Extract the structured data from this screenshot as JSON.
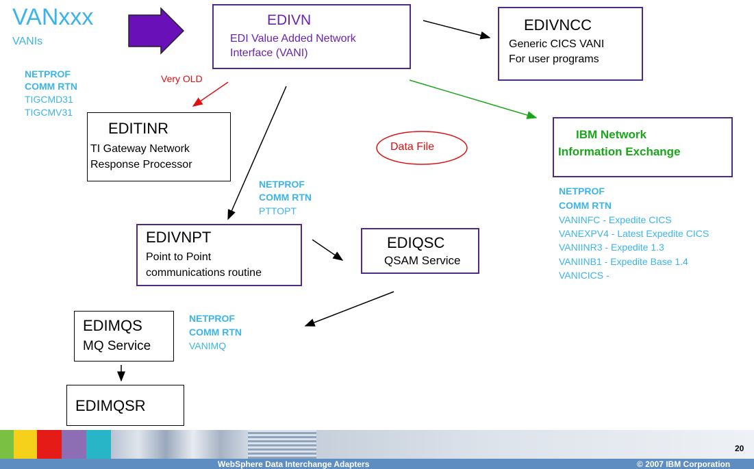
{
  "header": {
    "title": "VANxxx",
    "subtitle": "VANIs"
  },
  "nodes": {
    "edivn": {
      "title": "EDIVN",
      "line1": "EDI Value Added Network",
      "line2": "Interface (VANI)"
    },
    "edivncc": {
      "title": "EDIVNCC",
      "line1": "Generic CICS VANI",
      "line2": "For user programs"
    },
    "editinr": {
      "title": "EDITINR",
      "line1": "TI Gateway Network",
      "line2": "Response Processor"
    },
    "ibm": {
      "line1": "IBM Network",
      "line2": "Information Exchange"
    },
    "edivnpt": {
      "title": "EDIVNPT",
      "line1": "Point to Point",
      "line2": "communications routine"
    },
    "ediqsc": {
      "title": "EDIQSC",
      "line1": "QSAM Service"
    },
    "edimqs": {
      "title": "EDIMQS",
      "line1": "MQ Service"
    },
    "edimqsr": {
      "title": "EDIMQSR"
    },
    "datafile": {
      "label": "Data File"
    }
  },
  "annotations": {
    "very_old": "Very OLD",
    "left_group": {
      "h1": "NETPROF",
      "h2": "COMM RTN",
      "items": [
        "TIGCMD31",
        "TIGCMV31"
      ]
    },
    "mid_group": {
      "h1": "NETPROF",
      "h2": "COMM RTN",
      "items": [
        "PTTOPT"
      ]
    },
    "mq_group": {
      "h1": "NETPROF",
      "h2": "COMM RTN",
      "items": [
        "VANIMQ"
      ]
    },
    "right_group": {
      "h1": "NETPROF",
      "h2": "COMM RTN",
      "items": [
        "VANINFC - Expedite CICS",
        "VANEXPV4 - Latest Expedite CICS",
        "VANIINR3 - Expedite 1.3",
        "VANIINB1 - Expedite Base 1.4",
        "VANICICS -"
      ]
    }
  },
  "footer": {
    "page_number": "20",
    "product": "WebSphere Data Interchange Adapters",
    "copyright": "© 2007 IBM Corporation"
  },
  "colors": {
    "purple": "#6a22b0",
    "cyan": "#3cb4ea",
    "green": "#1aa51a",
    "red": "#e01010",
    "footer_blue": "#5d8dc1"
  }
}
